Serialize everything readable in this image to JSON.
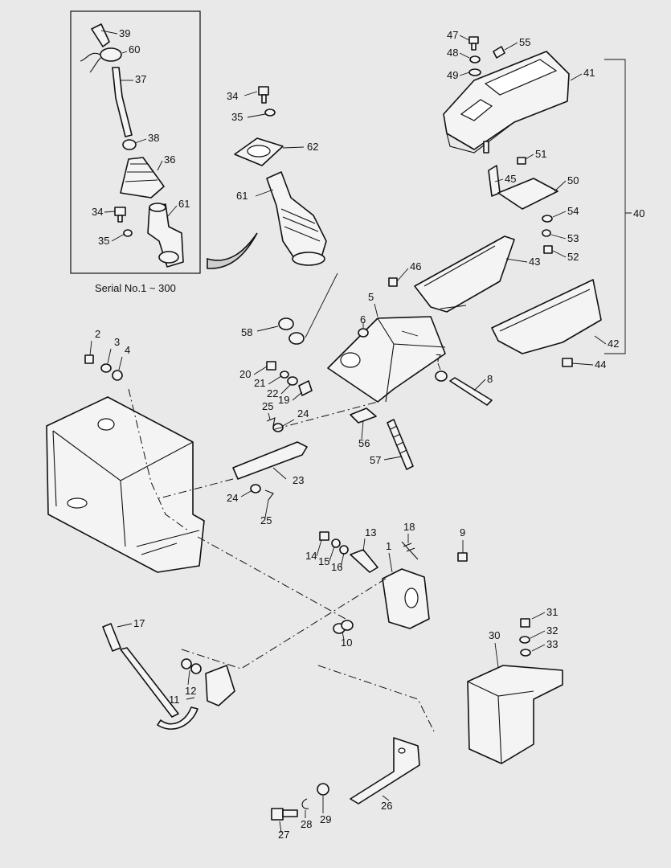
{
  "inset": {
    "caption": "Serial No.1 ~ 300"
  },
  "callouts": [
    {
      "id": "c39",
      "text": "39"
    },
    {
      "id": "c60",
      "text": "60"
    },
    {
      "id": "c37",
      "text": "37"
    },
    {
      "id": "c38",
      "text": "38"
    },
    {
      "id": "c36",
      "text": "36"
    },
    {
      "id": "c34a",
      "text": "34"
    },
    {
      "id": "c61a",
      "text": "61"
    },
    {
      "id": "c35a",
      "text": "35"
    },
    {
      "id": "c34b",
      "text": "34"
    },
    {
      "id": "c35b",
      "text": "35"
    },
    {
      "id": "c62",
      "text": "62"
    },
    {
      "id": "c61b",
      "text": "61"
    },
    {
      "id": "c47",
      "text": "47"
    },
    {
      "id": "c55",
      "text": "55"
    },
    {
      "id": "c48",
      "text": "48"
    },
    {
      "id": "c49",
      "text": "49"
    },
    {
      "id": "c41",
      "text": "41"
    },
    {
      "id": "c51",
      "text": "51"
    },
    {
      "id": "c45",
      "text": "45"
    },
    {
      "id": "c50",
      "text": "50"
    },
    {
      "id": "c54",
      "text": "54"
    },
    {
      "id": "c40",
      "text": "40"
    },
    {
      "id": "c53",
      "text": "53"
    },
    {
      "id": "c52",
      "text": "52"
    },
    {
      "id": "c46",
      "text": "46"
    },
    {
      "id": "c43",
      "text": "43"
    },
    {
      "id": "c42",
      "text": "42"
    },
    {
      "id": "c44",
      "text": "44"
    },
    {
      "id": "c5",
      "text": "5"
    },
    {
      "id": "c6",
      "text": "6"
    },
    {
      "id": "c58",
      "text": "58"
    },
    {
      "id": "c7",
      "text": "7"
    },
    {
      "id": "c8",
      "text": "8"
    },
    {
      "id": "c2",
      "text": "2"
    },
    {
      "id": "c3",
      "text": "3"
    },
    {
      "id": "c4",
      "text": "4"
    },
    {
      "id": "c20",
      "text": "20"
    },
    {
      "id": "c21",
      "text": "21"
    },
    {
      "id": "c22",
      "text": "22"
    },
    {
      "id": "c19",
      "text": "19"
    },
    {
      "id": "c25a",
      "text": "25"
    },
    {
      "id": "c24a",
      "text": "24"
    },
    {
      "id": "c56",
      "text": "56"
    },
    {
      "id": "c57",
      "text": "57"
    },
    {
      "id": "c23",
      "text": "23"
    },
    {
      "id": "c24b",
      "text": "24"
    },
    {
      "id": "c25b",
      "text": "25"
    },
    {
      "id": "c13",
      "text": "13"
    },
    {
      "id": "c18",
      "text": "18"
    },
    {
      "id": "c9",
      "text": "9"
    },
    {
      "id": "c14",
      "text": "14"
    },
    {
      "id": "c15",
      "text": "15"
    },
    {
      "id": "c1",
      "text": "1"
    },
    {
      "id": "c16",
      "text": "16"
    },
    {
      "id": "c10",
      "text": "10"
    },
    {
      "id": "c17",
      "text": "17"
    },
    {
      "id": "c12",
      "text": "12"
    },
    {
      "id": "c11",
      "text": "11"
    },
    {
      "id": "c31",
      "text": "31"
    },
    {
      "id": "c30",
      "text": "30"
    },
    {
      "id": "c32",
      "text": "32"
    },
    {
      "id": "c33",
      "text": "33"
    },
    {
      "id": "c26",
      "text": "26"
    },
    {
      "id": "c27",
      "text": "27"
    },
    {
      "id": "c28",
      "text": "28"
    },
    {
      "id": "c29",
      "text": "29"
    }
  ]
}
